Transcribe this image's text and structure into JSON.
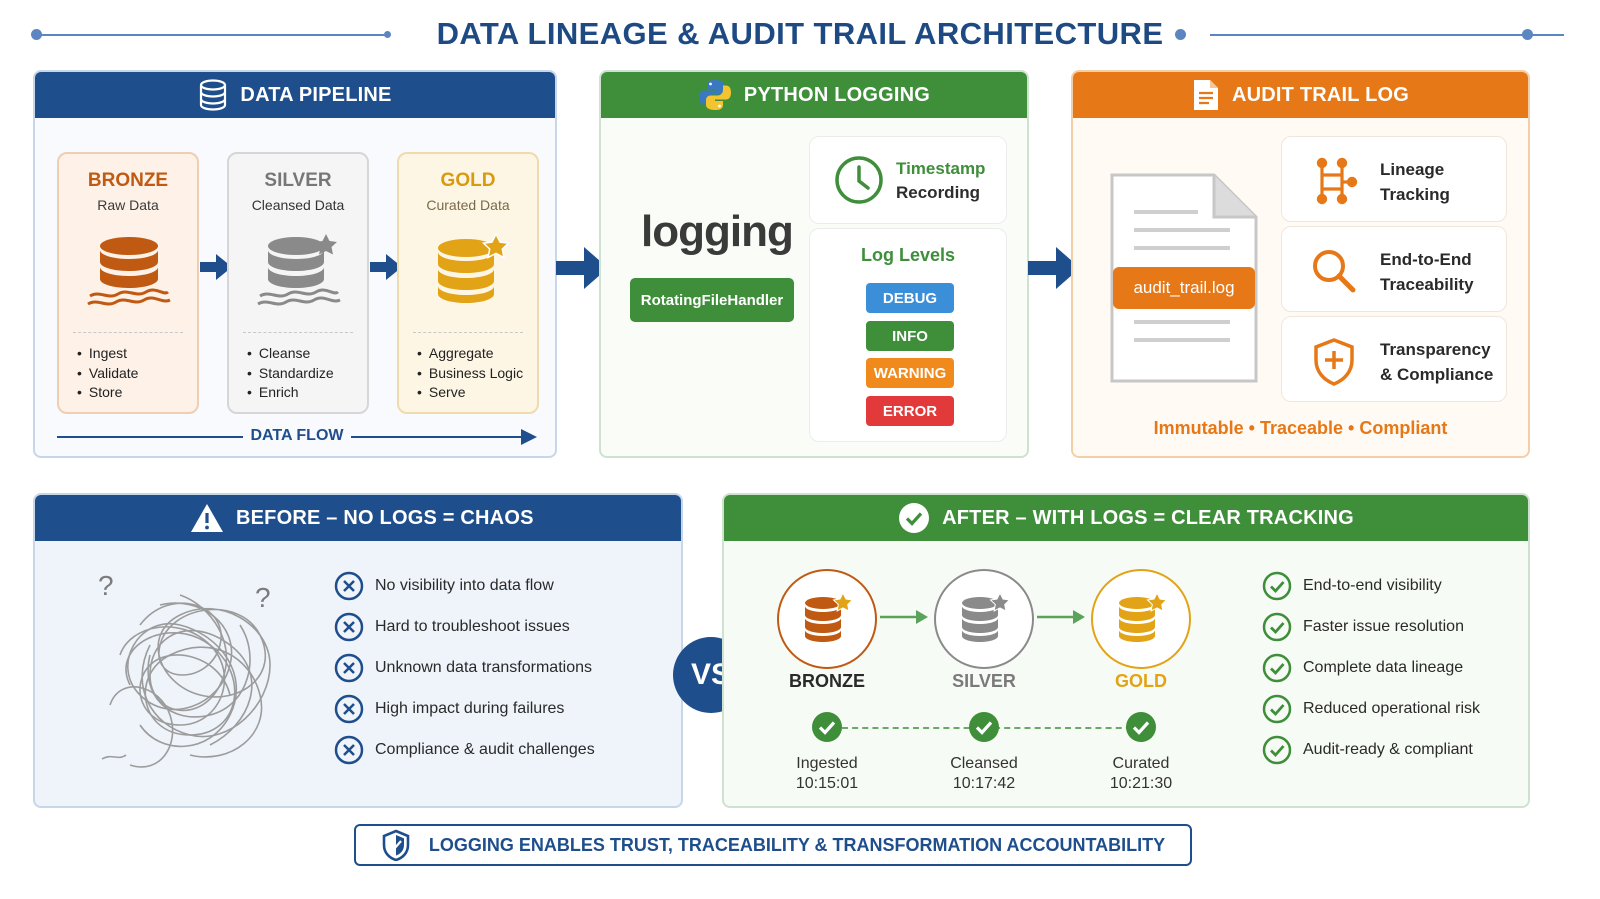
{
  "title": "DATA LINEAGE & AUDIT TRAIL ARCHITECTURE",
  "pipeline": {
    "header": "DATA PIPELINE",
    "icon": "database-icon",
    "tiers": [
      {
        "name": "BRONZE",
        "subtitle": "Raw Data",
        "items": [
          "Ingest",
          "Validate",
          "Store"
        ],
        "color": "#c05a13"
      },
      {
        "name": "SILVER",
        "subtitle": "Cleansed Data",
        "items": [
          "Cleanse",
          "Standardize",
          "Enrich"
        ],
        "color": "#8a8a8a"
      },
      {
        "name": "GOLD",
        "subtitle": "Curated Data",
        "items": [
          "Aggregate",
          "Business Logic",
          "Serve"
        ],
        "color": "#e2a317"
      }
    ],
    "flow_label": "DATA FLOW"
  },
  "logging": {
    "header": "PYTHON LOGGING",
    "icon": "python-icon",
    "word": "logging",
    "handler": "RotatingFileHandler",
    "timestamp": [
      "Timestamp",
      "Recording"
    ],
    "levels_title": "Log Levels",
    "levels": [
      {
        "label": "DEBUG",
        "color": "#3b8fd9"
      },
      {
        "label": "INFO",
        "color": "#3e8e3a"
      },
      {
        "label": "WARNING",
        "color": "#f08a1c"
      },
      {
        "label": "ERROR",
        "color": "#e23a3a"
      }
    ]
  },
  "audit": {
    "header": "AUDIT TRAIL LOG",
    "icon": "document-icon",
    "file": "audit_trail.log",
    "features": [
      {
        "lines": [
          "Lineage",
          "Tracking"
        ],
        "icon": "lineage-icon"
      },
      {
        "lines": [
          "End-to-End",
          "Traceability"
        ],
        "icon": "magnifier-icon"
      },
      {
        "lines": [
          "Transparency",
          "& Compliance"
        ],
        "icon": "shield-icon"
      }
    ],
    "footer": "Immutable • Traceable • Compliant"
  },
  "before": {
    "header": "BEFORE – NO LOGS = CHAOS",
    "icon": "warning-icon",
    "items": [
      "No visibility into data flow",
      "Hard to troubleshoot issues",
      "Unknown data transformations",
      "High impact during failures",
      "Compliance & audit challenges"
    ]
  },
  "vs": "VS",
  "after": {
    "header": "AFTER – WITH LOGS = CLEAR TRACKING",
    "icon": "check-circle-icon",
    "stages": [
      {
        "name": "BRONZE",
        "status": "Ingested",
        "time": "10:15:01"
      },
      {
        "name": "SILVER",
        "status": "Cleansed",
        "time": "10:17:42"
      },
      {
        "name": "GOLD",
        "status": "Curated",
        "time": "10:21:30"
      }
    ],
    "benefits": [
      "End-to-end visibility",
      "Faster issue resolution",
      "Complete data lineage",
      "Reduced operational risk",
      "Audit-ready & compliant"
    ]
  },
  "footer": "LOGGING ENABLES TRUST, TRACEABILITY & TRANSFORMATION ACCOUNTABILITY",
  "colors": {
    "navy": "#1f4e8c",
    "green": "#3e8e3a",
    "orange": "#e67817"
  }
}
